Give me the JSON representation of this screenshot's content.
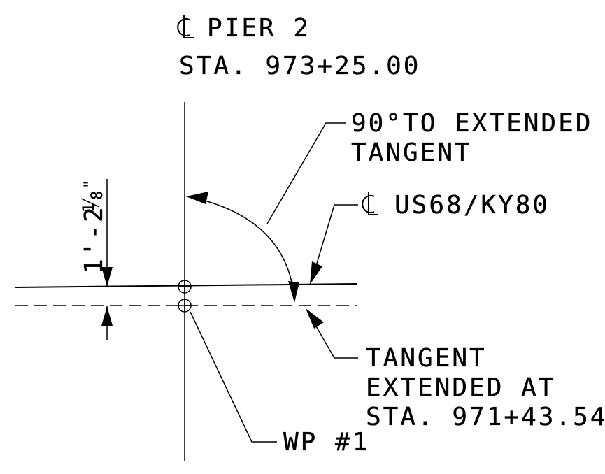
{
  "title": {
    "line1": "PIER 2",
    "line2": "STA. 973+25.00"
  },
  "annotations": {
    "angle_note_line1": "90°TO EXTENDED",
    "angle_note_line2": "TANGENT",
    "roadway_centerline": "US68/KY80",
    "tangent_line1": "TANGENT",
    "tangent_line2": "EXTENDED AT",
    "tangent_line3": "STA. 971+43.54",
    "work_point": "WP #1",
    "offset_dimension": "1'-2 1/8\""
  },
  "offset_dimension_parts": {
    "feet": "1'-2",
    "num": "1",
    "den": "8",
    "inch_mark": "\""
  },
  "symbols": {
    "centerline": "centerline-symbol"
  },
  "colors": {
    "ink": "#000000",
    "background": "#ffffff"
  }
}
